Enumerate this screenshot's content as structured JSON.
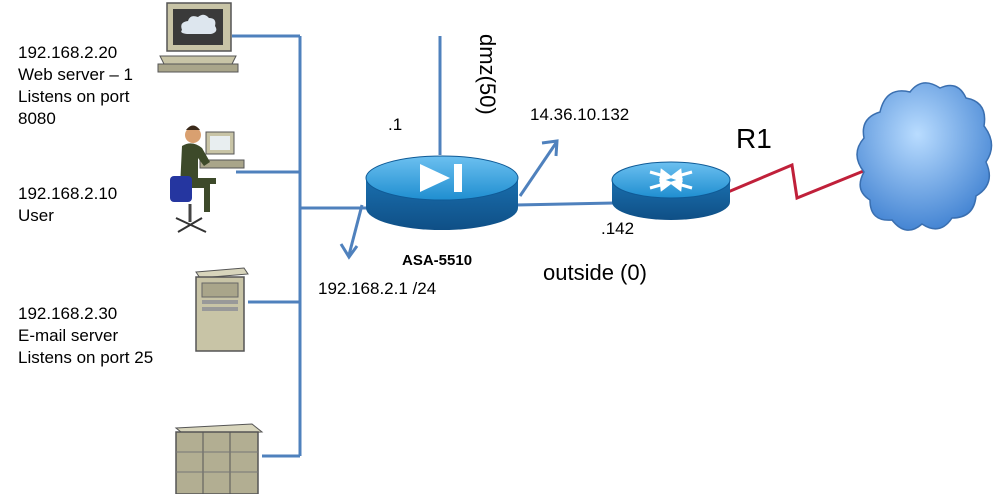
{
  "hosts": [
    {
      "ip": "192.168.2.20",
      "line2": "Web server – 1",
      "line3": "Listens on port",
      "line4": "8080"
    },
    {
      "ip": "192.168.2.10",
      "line2": "User"
    },
    {
      "ip": "192.168.2.30",
      "line2": "E-mail server",
      "line3": "Listens on port 25"
    }
  ],
  "firewall": {
    "name": "ASA-5510",
    "inside_ip": "192.168.2.1 /24",
    "dmz_host": ".1",
    "dmz_label": "dmz(50)"
  },
  "outside": {
    "ip": "14.36.10.132",
    "label": "outside (0)"
  },
  "router": {
    "name": "R1",
    "host": ".142"
  },
  "colors": {
    "link": "#4f81bd",
    "serial": "#c0203a",
    "device": "#1f7fc0",
    "cloud": "#5b9bd5"
  }
}
